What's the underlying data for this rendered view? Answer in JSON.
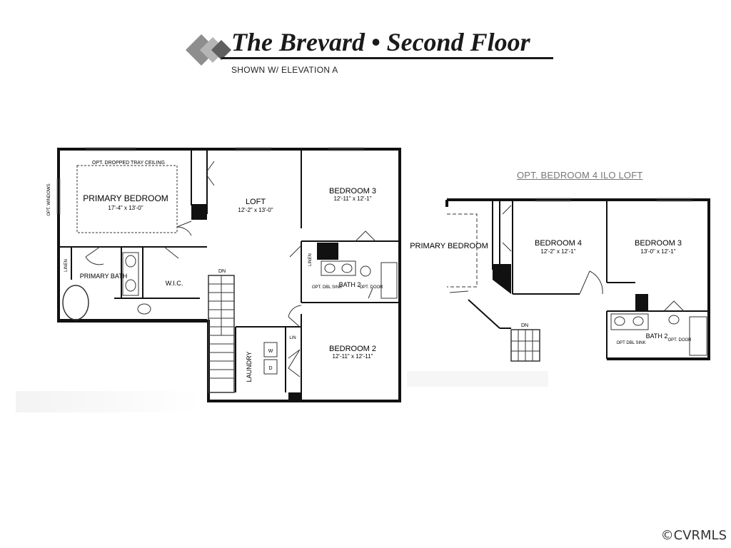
{
  "header": {
    "title": "The Brevard • Second Floor",
    "subtitle": "SHOWN W/ ELEVATION A"
  },
  "main_plan": {
    "tray_ceiling": "OPT. DROPPED TRAY CEILING",
    "opt_windows": "OPT. WINDOWS",
    "primary_bedroom": {
      "name": "PRIMARY BEDROOM",
      "size": "17'-4\" x 13'-0\""
    },
    "loft": {
      "name": "LOFT",
      "size": "12'-2\" x 13'-0\""
    },
    "bedroom3": {
      "name": "BEDROOM 3",
      "size": "12'-11\" x 12'-1\""
    },
    "bedroom2": {
      "name": "BEDROOM 2",
      "size": "12'-11\" x 12'-11\""
    },
    "primary_bath": "PRIMARY BATH",
    "wic": "W.I.C.",
    "linen": "LINEN",
    "laundry": "LAUNDRY",
    "lin": "LIN",
    "washer": "W",
    "dryer": "D",
    "dn": "DN",
    "bath2": "BATH 2",
    "opt_dbl_sink": "OPT. DBL SINK",
    "opt_door": "OPT. DOOR"
  },
  "option_plan": {
    "label": "OPT. BEDROOM 4 ILO LOFT",
    "primary_bedroom": "PRIMARY BEDROOM",
    "bedroom4": {
      "name": "BEDROOM 4",
      "size": "12'-2\" x 12'-1\""
    },
    "bedroom3": {
      "name": "BEDROOM 3",
      "size": "13'-0\" x 12'-1\""
    },
    "dn": "DN",
    "bath2": "BATH 2",
    "opt_dbl_sink": "OPT DBL SINK",
    "opt_door": "OPT. DOOR"
  },
  "watermark": "©CVRMLS"
}
